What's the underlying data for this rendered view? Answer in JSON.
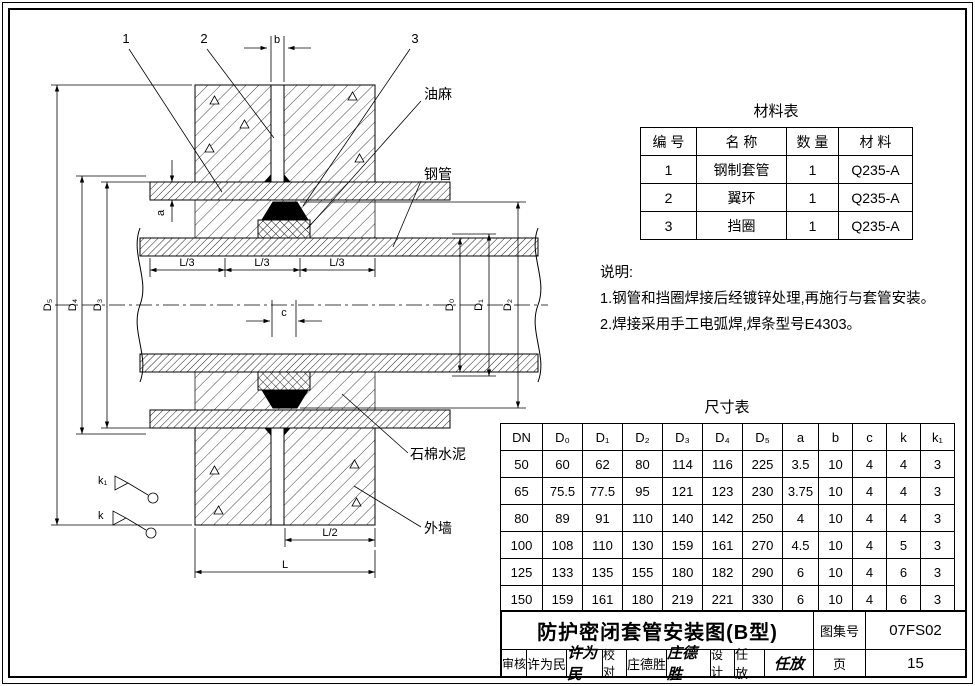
{
  "drawing": {
    "callout_1": "1",
    "callout_2": "2",
    "callout_3": "3",
    "label_oakum": "油麻",
    "label_steel_pipe": "钢管",
    "label_asbestos_cement": "石棉水泥",
    "label_exterior_wall": "外墙",
    "dim_b": "b",
    "dim_c": "c",
    "dim_a": "a",
    "dim_l3": "L/3",
    "dim_l2": "L/2",
    "dim_l": "L",
    "dim_d0": "D₀",
    "dim_d1": "D₁",
    "dim_d2": "D₂",
    "dim_d3": "D₃",
    "dim_d4": "D₄",
    "dim_d5": "D₅",
    "weld_k": "k",
    "weld_k1": "k₁"
  },
  "materials_table": {
    "title": "材料表",
    "headers": [
      "编 号",
      "名 称",
      "数 量",
      "材 料"
    ],
    "rows": [
      [
        "1",
        "钢制套管",
        "1",
        "Q235-A"
      ],
      [
        "2",
        "翼环",
        "1",
        "Q235-A"
      ],
      [
        "3",
        "挡圈",
        "1",
        "Q235-A"
      ]
    ]
  },
  "notes": {
    "title": "说明:",
    "lines": [
      "1.钢管和挡圈焊接后经镀锌处理,再施行与套管安装。",
      "2.焊接采用手工电弧焊,焊条型号E4303。"
    ]
  },
  "size_table": {
    "title": "尺寸表",
    "headers": [
      "DN",
      "D₀",
      "D₁",
      "D₂",
      "D₃",
      "D₄",
      "D₅",
      "a",
      "b",
      "c",
      "k",
      "k₁"
    ],
    "rows": [
      [
        "50",
        "60",
        "62",
        "80",
        "114",
        "116",
        "225",
        "3.5",
        "10",
        "4",
        "4",
        "3"
      ],
      [
        "65",
        "75.5",
        "77.5",
        "95",
        "121",
        "123",
        "230",
        "3.75",
        "10",
        "4",
        "4",
        "3"
      ],
      [
        "80",
        "89",
        "91",
        "110",
        "140",
        "142",
        "250",
        "4",
        "10",
        "4",
        "4",
        "3"
      ],
      [
        "100",
        "108",
        "110",
        "130",
        "159",
        "161",
        "270",
        "4.5",
        "10",
        "4",
        "5",
        "3"
      ],
      [
        "125",
        "133",
        "135",
        "155",
        "180",
        "182",
        "290",
        "6",
        "10",
        "4",
        "6",
        "3"
      ],
      [
        "150",
        "159",
        "161",
        "180",
        "219",
        "221",
        "330",
        "6",
        "10",
        "4",
        "6",
        "3"
      ]
    ]
  },
  "title_block": {
    "title": "防护密闭套管安装图(B型)",
    "atlas_label": "图集号",
    "atlas_no": "07FS02",
    "page_label": "页",
    "page_no": "15",
    "roles": [
      {
        "label": "审核",
        "name": "许为民",
        "sig": "许为民"
      },
      {
        "label": "校对",
        "name": "庄德胜",
        "sig": "庄德胜"
      },
      {
        "label": "设计",
        "name": "任 放",
        "sig": "任放"
      }
    ]
  }
}
